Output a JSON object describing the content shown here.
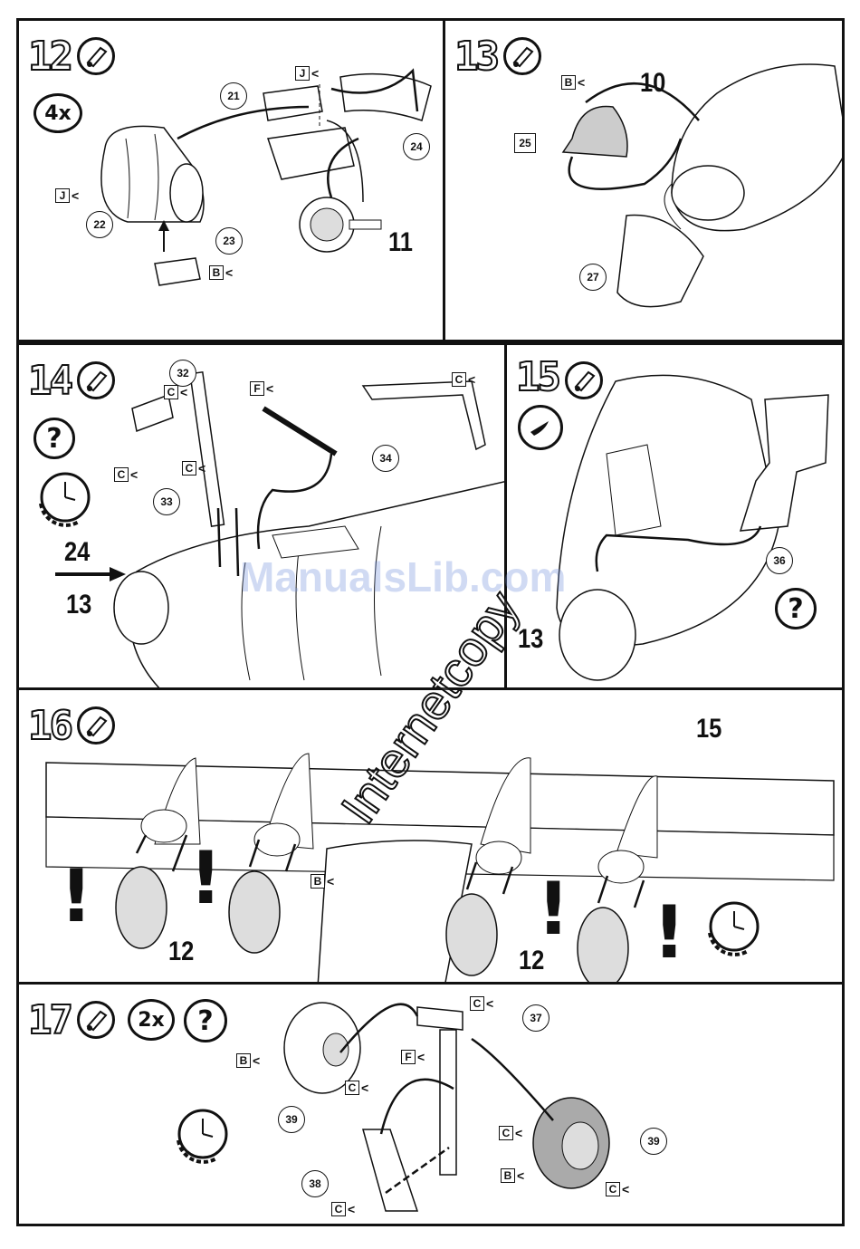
{
  "steps": [
    {
      "num": "12",
      "badges": [
        "4x"
      ]
    },
    {
      "num": "13",
      "badges": []
    },
    {
      "num": "14",
      "badges": [
        "?"
      ]
    },
    {
      "num": "15",
      "badges": []
    },
    {
      "num": "16",
      "badges": []
    },
    {
      "num": "17",
      "badges": [
        "2x",
        "?"
      ]
    }
  ],
  "step12": {
    "parts": [
      "21",
      "22",
      "23",
      "24"
    ],
    "ref": "11",
    "tags": [
      "J",
      "J",
      "B"
    ]
  },
  "step13": {
    "parts": [
      "27"
    ],
    "boxed": "25",
    "ref": "10",
    "tags": [
      "B"
    ]
  },
  "step14": {
    "parts": [
      "32",
      "33",
      "34"
    ],
    "ref": "13",
    "arrow_ref": "24",
    "tags": [
      "C",
      "F",
      "C",
      "C",
      "C"
    ]
  },
  "step15": {
    "parts": [
      "36"
    ],
    "ref": "13"
  },
  "step16": {
    "ref_top": "15",
    "ref_bottom_left": "12",
    "ref_bottom_right": "12",
    "tags": [
      "B"
    ]
  },
  "step17": {
    "parts": [
      "37",
      "39",
      "39",
      "38"
    ],
    "tags": [
      "C",
      "F",
      "B",
      "C",
      "C",
      "B",
      "C",
      "C"
    ]
  },
  "watermark": {
    "line1": "ManualsLib.com",
    "line2": "Internetcopy"
  },
  "icons": [
    "glue-tube-icon",
    "clock-icon",
    "question-icon",
    "exclamation-icon"
  ]
}
